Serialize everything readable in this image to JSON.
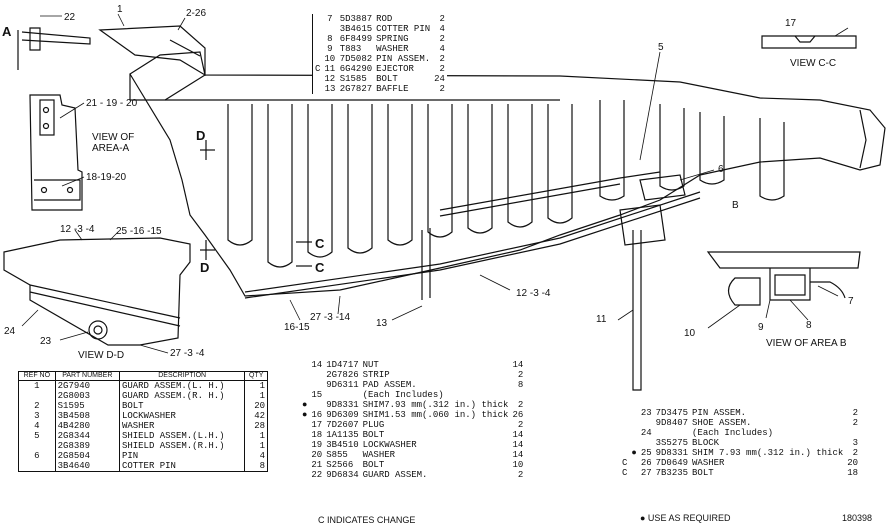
{
  "labels": {
    "p22": "22",
    "p1": "1",
    "p2_26": "2-26",
    "pA": "A",
    "p21_19_20": "21 - 19 - 20",
    "view_area_a": [
      "VIEW OF",
      "AREA-A"
    ],
    "p18_19_20": "18-19-20",
    "pD1": "D",
    "pD2": "D",
    "p12_3_4a": "12 -3 -4",
    "p25_16_15": "25 -16 -15",
    "p24": "24",
    "p23": "23",
    "view_dd": "VIEW D-D",
    "p27_3_4": "27 -3 -4",
    "p16_15": "16-15",
    "p27_3_14": "27 -3 -14",
    "p13": "13",
    "p12_3_4b": "12 -3 -4",
    "pC1": "C",
    "pC2": "C",
    "p5": "5",
    "p6": "6",
    "pB": "B",
    "p17": "17",
    "view_cc": "VIEW C-C",
    "p11": "11",
    "p7": "7",
    "p8": "8",
    "p9": "9",
    "p10": "10",
    "view_area_b": "VIEW OF AREA B"
  },
  "table_top": {
    "rows": [
      {
        "flag": "",
        "ref": "7",
        "part": "5D3887",
        "desc": "ROD",
        "qty": "2"
      },
      {
        "flag": "",
        "ref": "",
        "part": "3B4615",
        "desc": "COTTER PIN",
        "qty": "4"
      },
      {
        "flag": "",
        "ref": "8",
        "part": "6F8499",
        "desc": "SPRING",
        "qty": "2"
      },
      {
        "flag": "",
        "ref": "9",
        "part": "T883",
        "desc": "WASHER",
        "qty": "4"
      },
      {
        "flag": "",
        "ref": "10",
        "part": "7D5082",
        "desc": "PIN ASSEM.",
        "qty": "2"
      },
      {
        "flag": "C",
        "ref": "11",
        "part": "6G4290",
        "desc": "EJECTOR",
        "qty": "2"
      },
      {
        "flag": "",
        "ref": "12",
        "part": "S1585",
        "desc": "BOLT",
        "qty": "24"
      },
      {
        "flag": "",
        "ref": "13",
        "part": "2G7827",
        "desc": "BAFFLE",
        "qty": "2"
      }
    ]
  },
  "table_left": {
    "headers": {
      "ref": "REF NO",
      "part": "PART NUMBER",
      "desc": "DESCRIPTION",
      "qty": "QTY"
    },
    "rows": [
      {
        "ref": "1",
        "part": "2G7940",
        "desc": "GUARD ASSEM.(L. H.)",
        "qty": "1"
      },
      {
        "ref": "",
        "part": "2G8003",
        "desc": "GUARD ASSEM.(R. H.)",
        "qty": "1"
      },
      {
        "ref": "2",
        "part": "S1595",
        "desc": "BOLT",
        "qty": "20"
      },
      {
        "ref": "3",
        "part": "3B4508",
        "desc": "LOCKWASHER",
        "qty": "42"
      },
      {
        "ref": "4",
        "part": "4B4280",
        "desc": "WASHER",
        "qty": "28"
      },
      {
        "ref": "5",
        "part": "2G8344",
        "desc": "SHIELD ASSEM.(L.H.)",
        "qty": "1"
      },
      {
        "ref": "",
        "part": "2G8389",
        "desc": "SHIELD ASSEM.(R.H.)",
        "qty": "1"
      },
      {
        "ref": "6",
        "part": "2G8504",
        "desc": "PIN",
        "qty": "4"
      },
      {
        "ref": "",
        "part": "3B4640",
        "desc": "COTTER PIN",
        "qty": "8"
      }
    ]
  },
  "table_mid": {
    "rows": [
      {
        "mark": "",
        "ref": "14",
        "part": "1D4717",
        "desc": "NUT",
        "qty": "14"
      },
      {
        "mark": "",
        "ref": "",
        "part": "2G7826",
        "desc": "STRIP",
        "qty": "2"
      },
      {
        "mark": "",
        "ref": "",
        "part": "9D6311",
        "desc": "PAD ASSEM.",
        "qty": "8"
      },
      {
        "mark": "",
        "ref": "15",
        "part": "",
        "desc": "(Each Includes)",
        "qty": ""
      },
      {
        "mark": "●",
        "ref": "",
        "part": "9D8331",
        "desc": "SHIM7.93 mm(.312 in.) thick",
        "qty": "2"
      },
      {
        "mark": "●",
        "ref": "16",
        "part": "9D6309",
        "desc": "SHIM1.53 mm(.060 in.) thick",
        "qty": "26"
      },
      {
        "mark": "",
        "ref": "17",
        "part": "7D2607",
        "desc": "PLUG",
        "qty": "2"
      },
      {
        "mark": "",
        "ref": "18",
        "part": "1A1135",
        "desc": "BOLT",
        "qty": "14"
      },
      {
        "mark": "",
        "ref": "19",
        "part": "3B4510",
        "desc": "LOCKWASHER",
        "qty": "14"
      },
      {
        "mark": "",
        "ref": "20",
        "part": "S855",
        "desc": "WASHER",
        "qty": "14"
      },
      {
        "mark": "",
        "ref": "21",
        "part": "S2566",
        "desc": "BOLT",
        "qty": "10"
      },
      {
        "mark": "",
        "ref": "22",
        "part": "9D6834",
        "desc": "GUARD ASSEM.",
        "qty": "2"
      }
    ],
    "note": "C INDICATES CHANGE"
  },
  "table_right": {
    "rows": [
      {
        "flag": "",
        "mark": "",
        "ref": "23",
        "part": "7D3475",
        "desc": "PIN ASSEM.",
        "qty": "2"
      },
      {
        "flag": "",
        "mark": "",
        "ref": "",
        "part": "9D8407",
        "desc": "SHOE ASSEM.",
        "qty": "2"
      },
      {
        "flag": "",
        "mark": "",
        "ref": "24",
        "part": "",
        "desc": "(Each Includes)",
        "qty": ""
      },
      {
        "flag": "",
        "mark": "",
        "ref": "",
        "part": "3S5275",
        "desc": "BLOCK",
        "qty": "3"
      },
      {
        "flag": "",
        "mark": "●",
        "ref": "25",
        "part": "9D8331",
        "desc": "SHIM 7.93 mm(.312 in.) thick",
        "qty": "2"
      },
      {
        "flag": "C",
        "mark": "",
        "ref": "26",
        "part": "7D0649",
        "desc": "WASHER",
        "qty": "20"
      },
      {
        "flag": "C",
        "mark": "",
        "ref": "27",
        "part": "7B3235",
        "desc": "BOLT",
        "qty": "18"
      }
    ],
    "note": "● USE AS REQUIRED",
    "figure_no": "180398"
  }
}
